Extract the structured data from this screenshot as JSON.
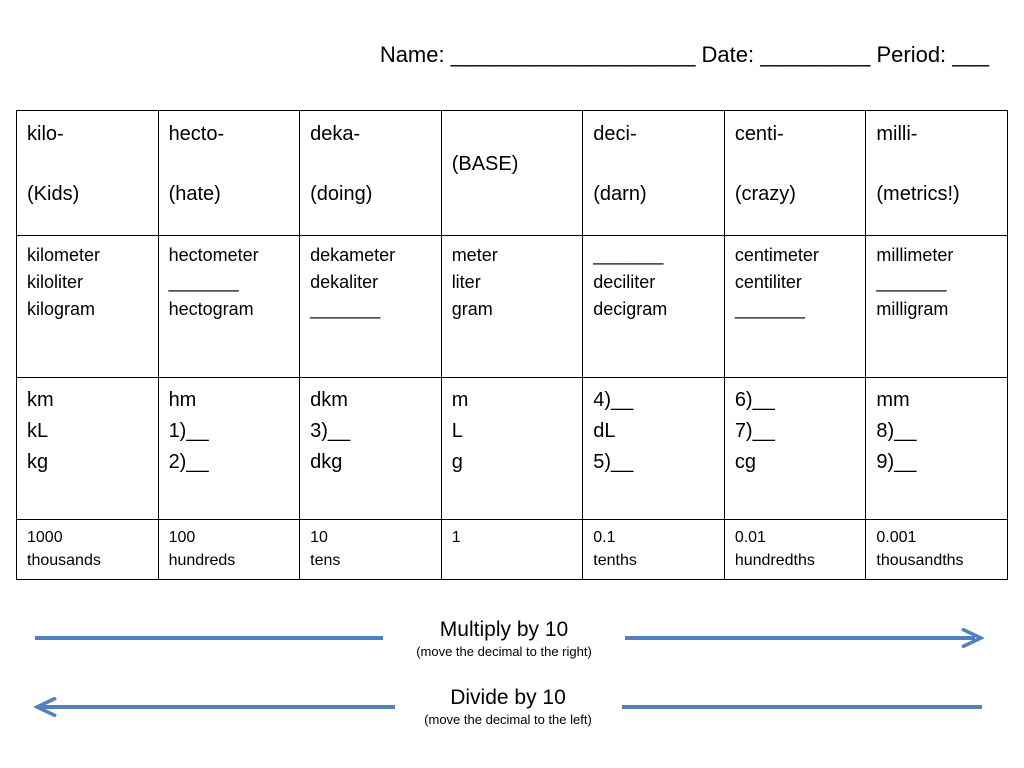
{
  "header": {
    "text": "Name: ____________________ Date: _________ Period: ___"
  },
  "table": {
    "columns": [
      {
        "prefix": "kilo-",
        "mnemonic": "(Kids)",
        "names": [
          "kilometer",
          "kiloliter",
          "kilogram"
        ],
        "abbreviations": [
          "km",
          "kL",
          "kg"
        ],
        "value": "1000",
        "place": "thousands"
      },
      {
        "prefix": "hecto-",
        "mnemonic": "(hate)",
        "names": [
          "hectometer",
          "_______",
          "hectogram"
        ],
        "abbreviations": [
          "hm",
          "1)__",
          "2)__"
        ],
        "value": "100",
        "place": "hundreds"
      },
      {
        "prefix": "deka-",
        "mnemonic": "(doing)",
        "names": [
          "dekameter",
          "dekaliter",
          "_______"
        ],
        "abbreviations": [
          "dkm",
          "3)__",
          "dkg"
        ],
        "value": "10",
        "place": "tens"
      },
      {
        "prefix": "",
        "mnemonic": "(BASE)",
        "names": [
          "meter",
          "liter",
          "gram"
        ],
        "abbreviations": [
          "m",
          "L",
          "g"
        ],
        "value": "1",
        "place": ""
      },
      {
        "prefix": "deci-",
        "mnemonic": "(darn)",
        "names": [
          "_______",
          "deciliter",
          "decigram"
        ],
        "abbreviations": [
          "4)__",
          "dL",
          "5)__"
        ],
        "value": "0.1",
        "place": "tenths"
      },
      {
        "prefix": "centi-",
        "mnemonic": "(crazy)",
        "names": [
          "centimeter",
          "centiliter",
          "_______"
        ],
        "abbreviations": [
          "6)__",
          "7)__",
          "cg"
        ],
        "value": "0.01",
        "place": "hundredths"
      },
      {
        "prefix": "milli-",
        "mnemonic": "(metrics!)",
        "names": [
          "millimeter",
          "_______",
          "milligram"
        ],
        "abbreviations": [
          "mm",
          "8)__",
          "9)__"
        ],
        "value": "0.001",
        "place": "thousandths"
      }
    ]
  },
  "arrows": {
    "multiply": {
      "title": "Multiply by 10",
      "subtitle": "(move the decimal to the right)",
      "direction": "right"
    },
    "divide": {
      "title": "Divide by 10",
      "subtitle": "(move the decimal to the left)",
      "direction": "left"
    },
    "color": "#4f81bd"
  }
}
